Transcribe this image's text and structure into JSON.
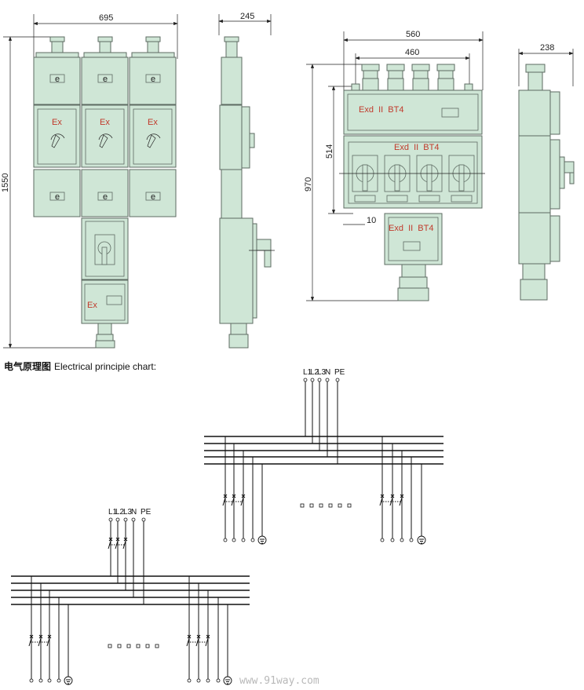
{
  "front_view": {
    "width_dim": "695",
    "height_dim": "1550",
    "ex_label": "Ex",
    "e_label": "e"
  },
  "side_view_1": {
    "depth_dim": "245"
  },
  "panel_view": {
    "width_dim": "560",
    "inner_width_dim": "460",
    "height_dim": "970",
    "body_height_dim": "514",
    "offset_dim": "10",
    "marking": "Exd  II  BT4"
  },
  "side_view_2": {
    "depth_dim": "238"
  },
  "circuit": {
    "title_cn": "电气原理图",
    "title_en": "Electrical principie chart:",
    "phases": [
      "L1",
      "L2",
      "L3",
      "N",
      "PE"
    ]
  },
  "watermark": "www.91way.com",
  "colors": {
    "enclosure": "#cfe6d6",
    "marking": "#c0392b",
    "line": "#222222"
  }
}
